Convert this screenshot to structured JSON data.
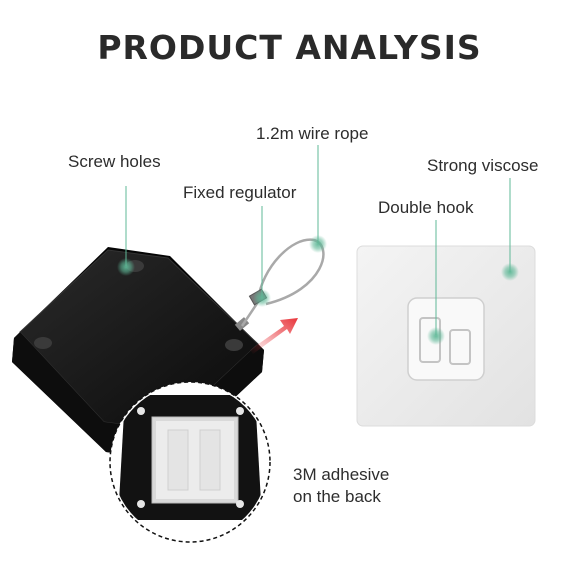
{
  "title": "PRODUCT ANALYSIS",
  "labels": {
    "screw_holes": "Screw holes",
    "fixed_regulator": "Fixed regulator",
    "wire_rope": "1.2m wire rope",
    "strong_viscose": "Strong viscose",
    "double_hook": "Double hook",
    "adhesive_back": "3M adhesive\non the back"
  },
  "colors": {
    "accent": "#5fb897",
    "device_body": "#141414",
    "arrow": "#e8343a",
    "pad": "#ebebeb"
  }
}
